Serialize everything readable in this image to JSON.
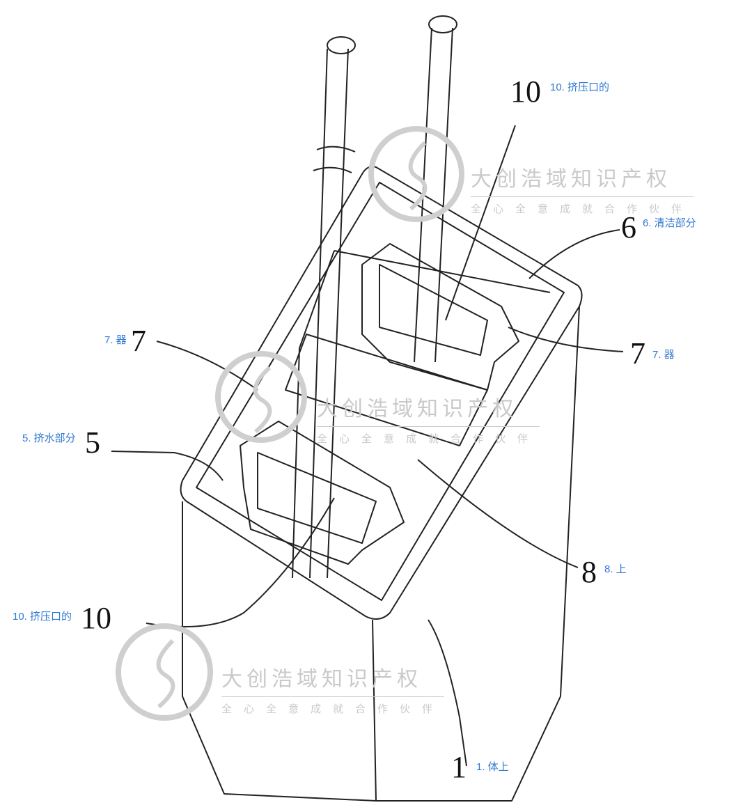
{
  "figure": {
    "reference_numerals": [
      {
        "num": "10",
        "label": "10. 挤压口的"
      },
      {
        "num": "6",
        "label": "6. 清洁部分"
      },
      {
        "num": "7",
        "label": "7. 器"
      },
      {
        "num": "7",
        "label": "7. 器"
      },
      {
        "num": "5",
        "label": "5. 挤水部分"
      },
      {
        "num": "8",
        "label": "8. 上"
      },
      {
        "num": "10",
        "label": "10. 挤压口的"
      },
      {
        "num": "1",
        "label": "1. 体上"
      }
    ]
  },
  "watermark": {
    "title": "大创浩域知识产权",
    "slogan": "全心全意成就合作伙伴"
  },
  "colors": {
    "label": "#2f78d2",
    "line": "#222222",
    "watermark": "#c9c9c9"
  }
}
